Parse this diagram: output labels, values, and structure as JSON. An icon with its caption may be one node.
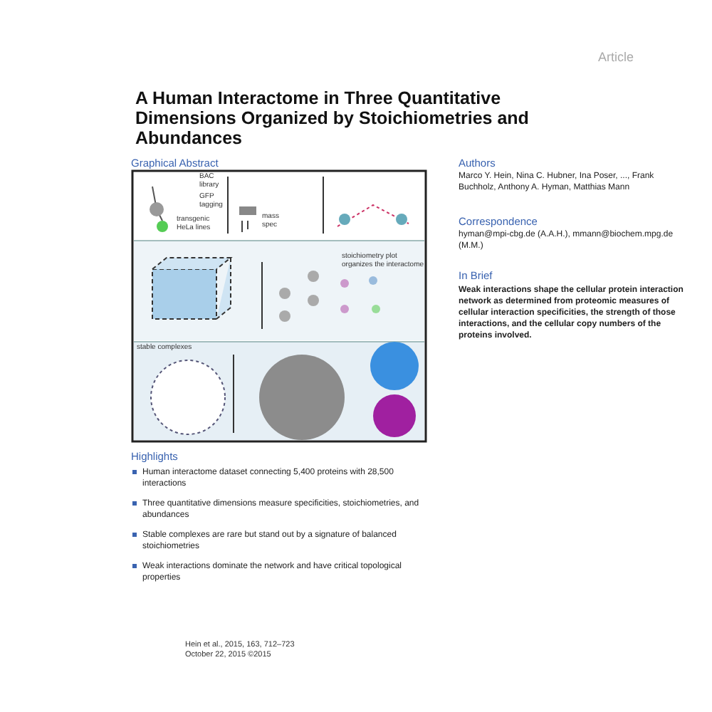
{
  "diagram": {
    "title": "A Human Interactome in Three Quantitative Dimensions Organized by Stoichiometries and Abundances",
    "labels": [
      "Article",
      "Graphical Abstract",
      "BAC library",
      "GFP tagging",
      "transgenic HeLa lines",
      "mass spec",
      "stoichiometry plot organizes the interactome",
      "stable complexes",
      "Authors",
      "Marco Y. Hein, Nina C. Hubner, Ina Poser, ..., Frank Buchholz, Anthony A. Hyman, Matthias Mann",
      "Correspondence",
      "hyman@mpi-cbg.de (A.A.H.), mmann@biochem.mpg.de (M.M.)",
      "In Brief",
      "Weak interactions shape the cellular protein interaction network as determined from proteomic measures of cellular interaction specificities, the strength of those interactions, and the cellular copy numbers of the proteins involved.",
      "Highlights",
      "Human interactome dataset connecting 5,400 proteins with 28,500 interactions",
      "Three quantitative dimensions measure specificities, stoichiometries, and abundances",
      "Stable complexes are rare but stand out by a signature of balanced stoichiometries",
      "Weak interactions dominate the network and have critical topological properties",
      "Hein et al., 2015, 163, 712–723",
      "October 22, 2015 ©2015"
    ]
  }
}
